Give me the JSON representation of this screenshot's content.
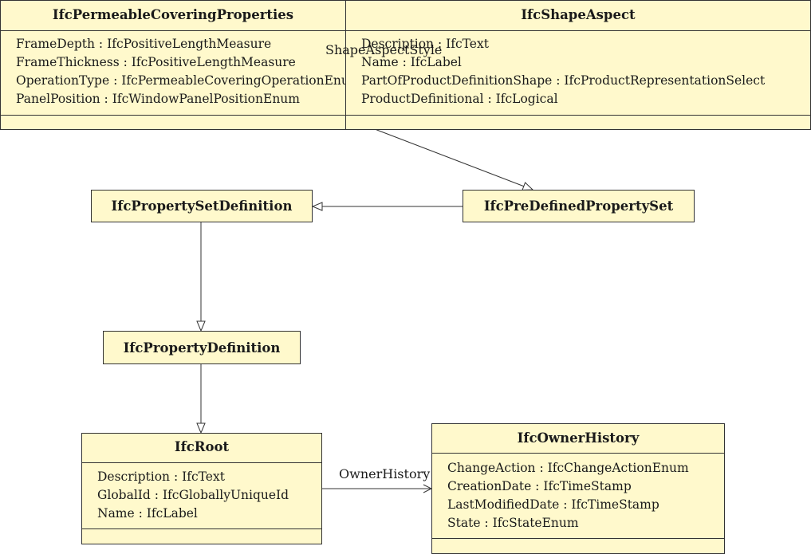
{
  "classes": {
    "permeable": {
      "name": "IfcPermeableCoveringProperties",
      "attributes": [
        "FrameDepth : IfcPositiveLengthMeasure",
        "FrameThickness : IfcPositiveLengthMeasure",
        "OperationType : IfcPermeableCoveringOperationEnum",
        "PanelPosition : IfcWindowPanelPositionEnum"
      ]
    },
    "shapeAspect": {
      "name": "IfcShapeAspect",
      "attributes": [
        "Description : IfcText",
        "Name : IfcLabel",
        "PartOfProductDefinitionShape : IfcProductRepresentationSelect",
        "ProductDefinitional : IfcLogical"
      ]
    },
    "propertySetDefinition": {
      "name": "IfcPropertySetDefinition"
    },
    "preDefinedPropertySet": {
      "name": "IfcPreDefinedPropertySet"
    },
    "propertyDefinition": {
      "name": "IfcPropertyDefinition"
    },
    "root": {
      "name": "IfcRoot",
      "attributes": [
        "Description : IfcText",
        "GlobalId : IfcGloballyUniqueId",
        "Name : IfcLabel"
      ]
    },
    "ownerHistory": {
      "name": "IfcOwnerHistory",
      "attributes": [
        "ChangeAction : IfcChangeActionEnum",
        "CreationDate : IfcTimeStamp",
        "LastModifiedDate : IfcTimeStamp",
        "State : IfcStateEnum"
      ]
    }
  },
  "edge_labels": {
    "shape_aspect_style": "ShapeAspectStyle",
    "owner_history": "OwnerHistory"
  }
}
